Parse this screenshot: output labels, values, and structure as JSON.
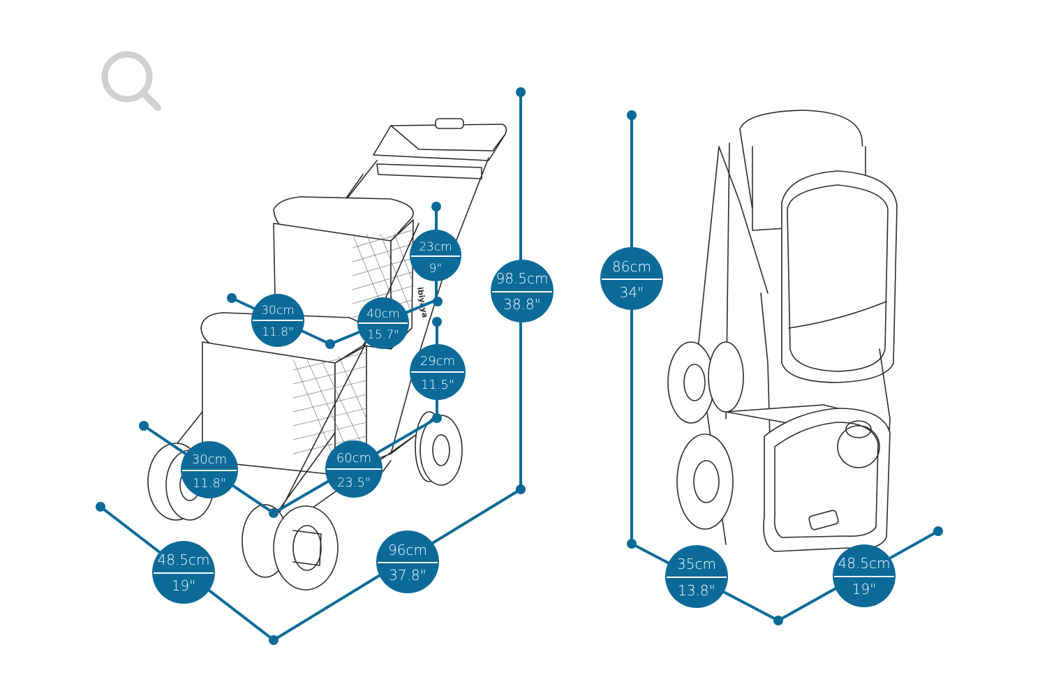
{
  "colors": {
    "accent": "#0b6a98",
    "line": "#2b2b2b",
    "zoom_icon": "#d0d0d0",
    "background": "#ffffff"
  },
  "zoom_icon": {
    "name": "magnifier-icon"
  },
  "brand_mark": "ibiyaya",
  "dimensions": {
    "top_depth": {
      "top": "23cm",
      "bottom": "9\""
    },
    "top_length": {
      "top": "40cm",
      "bottom": "15.7\""
    },
    "top_width": {
      "top": "30cm",
      "bottom": "11.8\""
    },
    "lower_height": {
      "top": "29cm",
      "bottom": "11.5\""
    },
    "lower_length": {
      "top": "60cm",
      "bottom": "23.5\""
    },
    "lower_width": {
      "top": "30cm",
      "bottom": "11.8\""
    },
    "overall_height": {
      "top": "98.5cm",
      "bottom": "38.8\""
    },
    "overall_length": {
      "top": "96cm",
      "bottom": "37.8\""
    },
    "overall_width": {
      "top": "48.5cm",
      "bottom": "19\""
    },
    "folded_height": {
      "top": "86cm",
      "bottom": "34\""
    },
    "folded_depth": {
      "top": "35cm",
      "bottom": "13.8\""
    },
    "folded_width": {
      "top": "48.5cm",
      "bottom": "19\""
    }
  }
}
